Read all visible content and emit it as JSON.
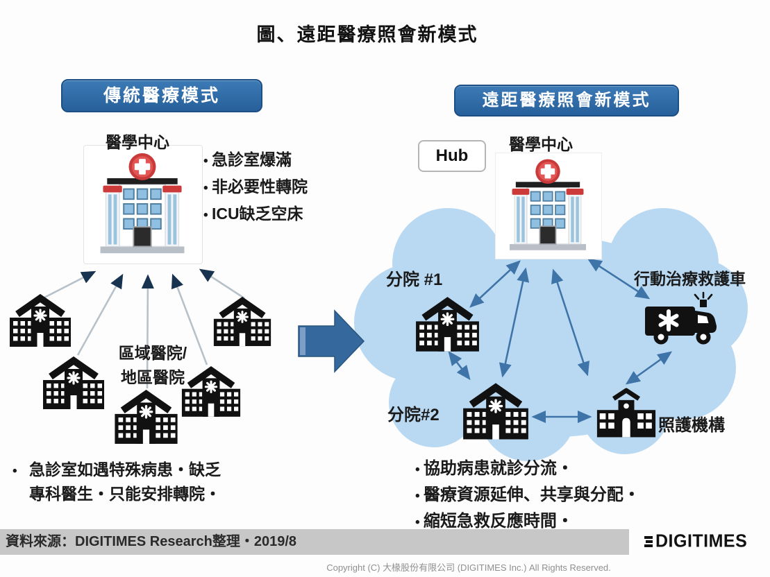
{
  "title": "圖、遠距醫療照會新模式",
  "left_panel": {
    "header": "傳統醫療模式",
    "medical_center_label": "醫學中心",
    "issues": [
      "急診室爆滿",
      "非必要性轉院",
      "ICU缺乏空床"
    ],
    "regional_label_line1": "區域醫院/",
    "regional_label_line2": "地區醫院",
    "note_line1": "急診室如遇特殊病患・缺乏",
    "note_line2": "專科醫生・只能安排轉院・"
  },
  "right_panel": {
    "header": "遠距醫療照會新模式",
    "hub_label": "Hub",
    "medical_center_label": "醫學中心",
    "branch1_label": "分院 #1",
    "branch2_label": "分院#2",
    "ambulance_label": "行動治療救護車",
    "care_label": "照護機構",
    "benefits": [
      "協助病患就診分流・",
      "醫療資源延伸、共享與分配・",
      "縮短急救反應時間・"
    ]
  },
  "footer": {
    "source": "資料來源：DIGITIMES Research整理・2019/8",
    "logo": "DIGITIMES",
    "copyright": "Copyright (C) 大椽股份有限公司 (DIGITIMES Inc.) All Rights Reserved."
  },
  "icons": {
    "medical_center": "medical-center-building-icon",
    "regional_hospital": "hospital-icon",
    "branch_hospital": "hospital-icon",
    "ambulance": "ambulance-icon",
    "care_facility": "care-facility-icon",
    "transition": "right-block-arrow-icon",
    "cloud": "network-cloud-shape"
  },
  "colors": {
    "header_bg": "#2e6ba6",
    "header_text": "#ffffff",
    "cloud": "#b9d9f2",
    "transition_arrow": "#35689d",
    "connector_arrow": "#3f74a8",
    "icon_black": "#111111",
    "emblem_red": "#cc3a3a",
    "source_bar_bg": "#c7c7c7"
  }
}
